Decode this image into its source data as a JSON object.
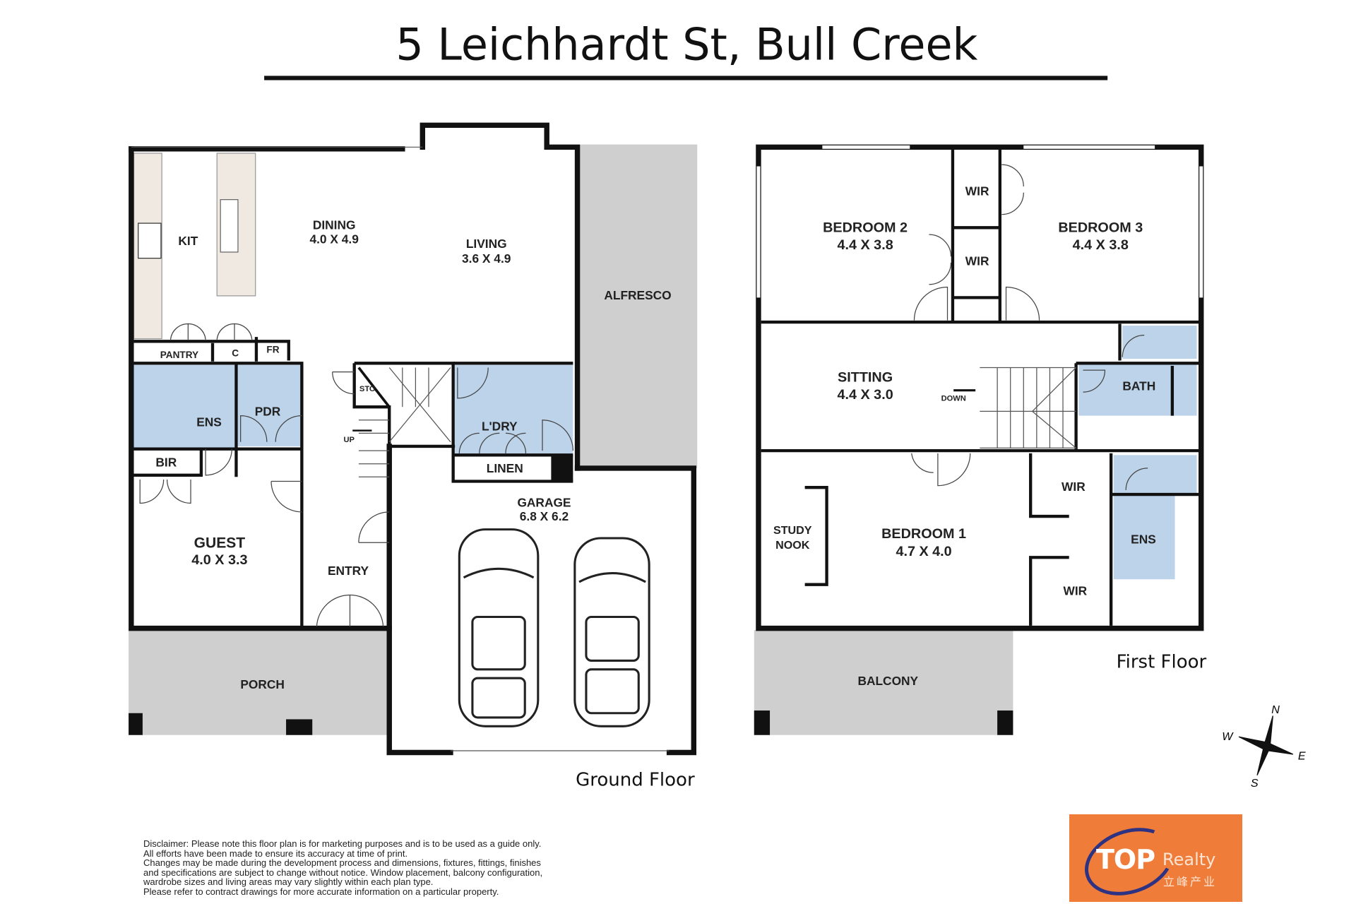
{
  "title": "5 Leichhardt St, Bull Creek",
  "ground_floor": {
    "label": "Ground Floor",
    "rooms": {
      "kit": "KIT",
      "dining": "DINING",
      "dining_size": "4.0 X 4.9",
      "living": "LIVING",
      "living_size": "3.6 X 4.9",
      "alfresco": "ALFRESCO",
      "pantry": "PANTRY",
      "c": "C",
      "fr": "FR",
      "ens": "ENS",
      "pdr": "PDR",
      "sto": "STO",
      "up": "UP",
      "ldry": "L'DRY",
      "linen": "LINEN",
      "bir": "BIR",
      "garage": "GARAGE",
      "garage_size": "6.8 X 6.2",
      "guest": "GUEST",
      "guest_size": "4.0 X 3.3",
      "entry": "ENTRY",
      "porch": "PORCH"
    }
  },
  "first_floor": {
    "label": "First Floor",
    "rooms": {
      "bed2": "BEDROOM 2",
      "bed2_size": "4.4 X 3.8",
      "wir_a": "WIR",
      "wir_b": "WIR",
      "bed3": "BEDROOM 3",
      "bed3_size": "4.4 X 3.8",
      "sitting": "SITTING",
      "sitting_size": "4.4 X 3.0",
      "down": "DOWN",
      "bath": "BATH",
      "wir_c": "WIR",
      "wir_d": "WIR",
      "study1": "STUDY",
      "study2": "NOOK",
      "bed1": "BEDROOM 1",
      "bed1_size": "4.7 X 4.0",
      "ens": "ENS",
      "balcony": "BALCONY"
    }
  },
  "compass": {
    "n": "N",
    "e": "E",
    "s": "S",
    "w": "W"
  },
  "disclaimer": [
    "Disclaimer: Please note this floor plan is for marketing purposes and is to be used as a guide only.",
    "All efforts have been made to ensure its accuracy at time of print.",
    "Changes may be made during the development process and dimensions, fixtures, fittings, finishes",
    "and specifications are subject to change without notice. Window placement, balcony configuration,",
    "wardrobe sizes and living areas may vary slightly within each plan type.",
    "Please refer to contract drawings for more accurate information on a particular property."
  ],
  "logo": {
    "brand": "TOP",
    "realty": "Realty",
    "chinese": "立峰产业"
  },
  "colors": {
    "wet_area": "#bcd3ea",
    "outdoor": "#cfcfcf",
    "logo_bg": "#f07c3a",
    "logo_ring": "#2d3382"
  }
}
